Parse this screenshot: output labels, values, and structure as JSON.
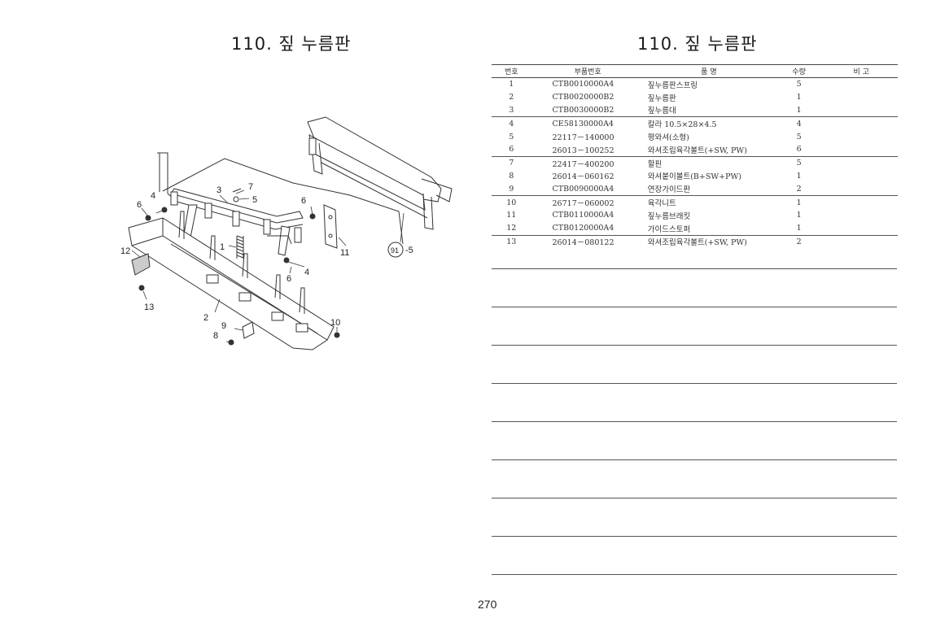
{
  "titles": {
    "left": "110. 짚 누름판",
    "right": "110. 짚 누름판"
  },
  "table": {
    "headers": {
      "no": "번호",
      "part": "부품번호",
      "name": "품 명",
      "qty": "수량",
      "remark": "비 고"
    },
    "rows": [
      {
        "no": "1",
        "part": "CTB0010000A4",
        "name": "짚누름판스프링",
        "qty": "5"
      },
      {
        "no": "2",
        "part": "CTB0020000B2",
        "name": "짚누름판",
        "qty": "1"
      },
      {
        "no": "3",
        "part": "CTB0030000B2",
        "name": "짚누름대",
        "qty": "1"
      },
      {
        "no": "4",
        "part": "CE58130000A4",
        "name": "칼라 10.5×28×4.5",
        "qty": "4"
      },
      {
        "no": "5",
        "part": "22117－140000",
        "name": "평와셔(소형)",
        "qty": "5"
      },
      {
        "no": "6",
        "part": "26013－100252",
        "name": "와셔조립육각볼트(+SW, PW)",
        "qty": "6"
      },
      {
        "no": "7",
        "part": "22417－400200",
        "name": "할핀",
        "qty": "5"
      },
      {
        "no": "8",
        "part": "26014－060162",
        "name": "와셔붙이볼트(B+SW+PW)",
        "qty": "1"
      },
      {
        "no": "9",
        "part": "CTB0090000A4",
        "name": "연장가이드판",
        "qty": "2"
      },
      {
        "no": "10",
        "part": "26717－060002",
        "name": "육각니트",
        "qty": "1"
      },
      {
        "no": "11",
        "part": "CTB0110000A4",
        "name": "짚누름브래킷",
        "qty": "1"
      },
      {
        "no": "12",
        "part": "CTB0120000A4",
        "name": "가이드스토퍼",
        "qty": "1"
      },
      {
        "no": "13",
        "part": "26014－080122",
        "name": "와셔조립육각볼트(+SW, PW)",
        "qty": "2"
      }
    ]
  },
  "diagram": {
    "callouts": [
      "1",
      "2",
      "3",
      "4",
      "4",
      "5",
      "6",
      "6",
      "6",
      "7",
      "8",
      "9",
      "10",
      "11",
      "12",
      "13"
    ],
    "ref": {
      "circle": "91",
      "suffix": "-5"
    }
  },
  "page_number": "270"
}
